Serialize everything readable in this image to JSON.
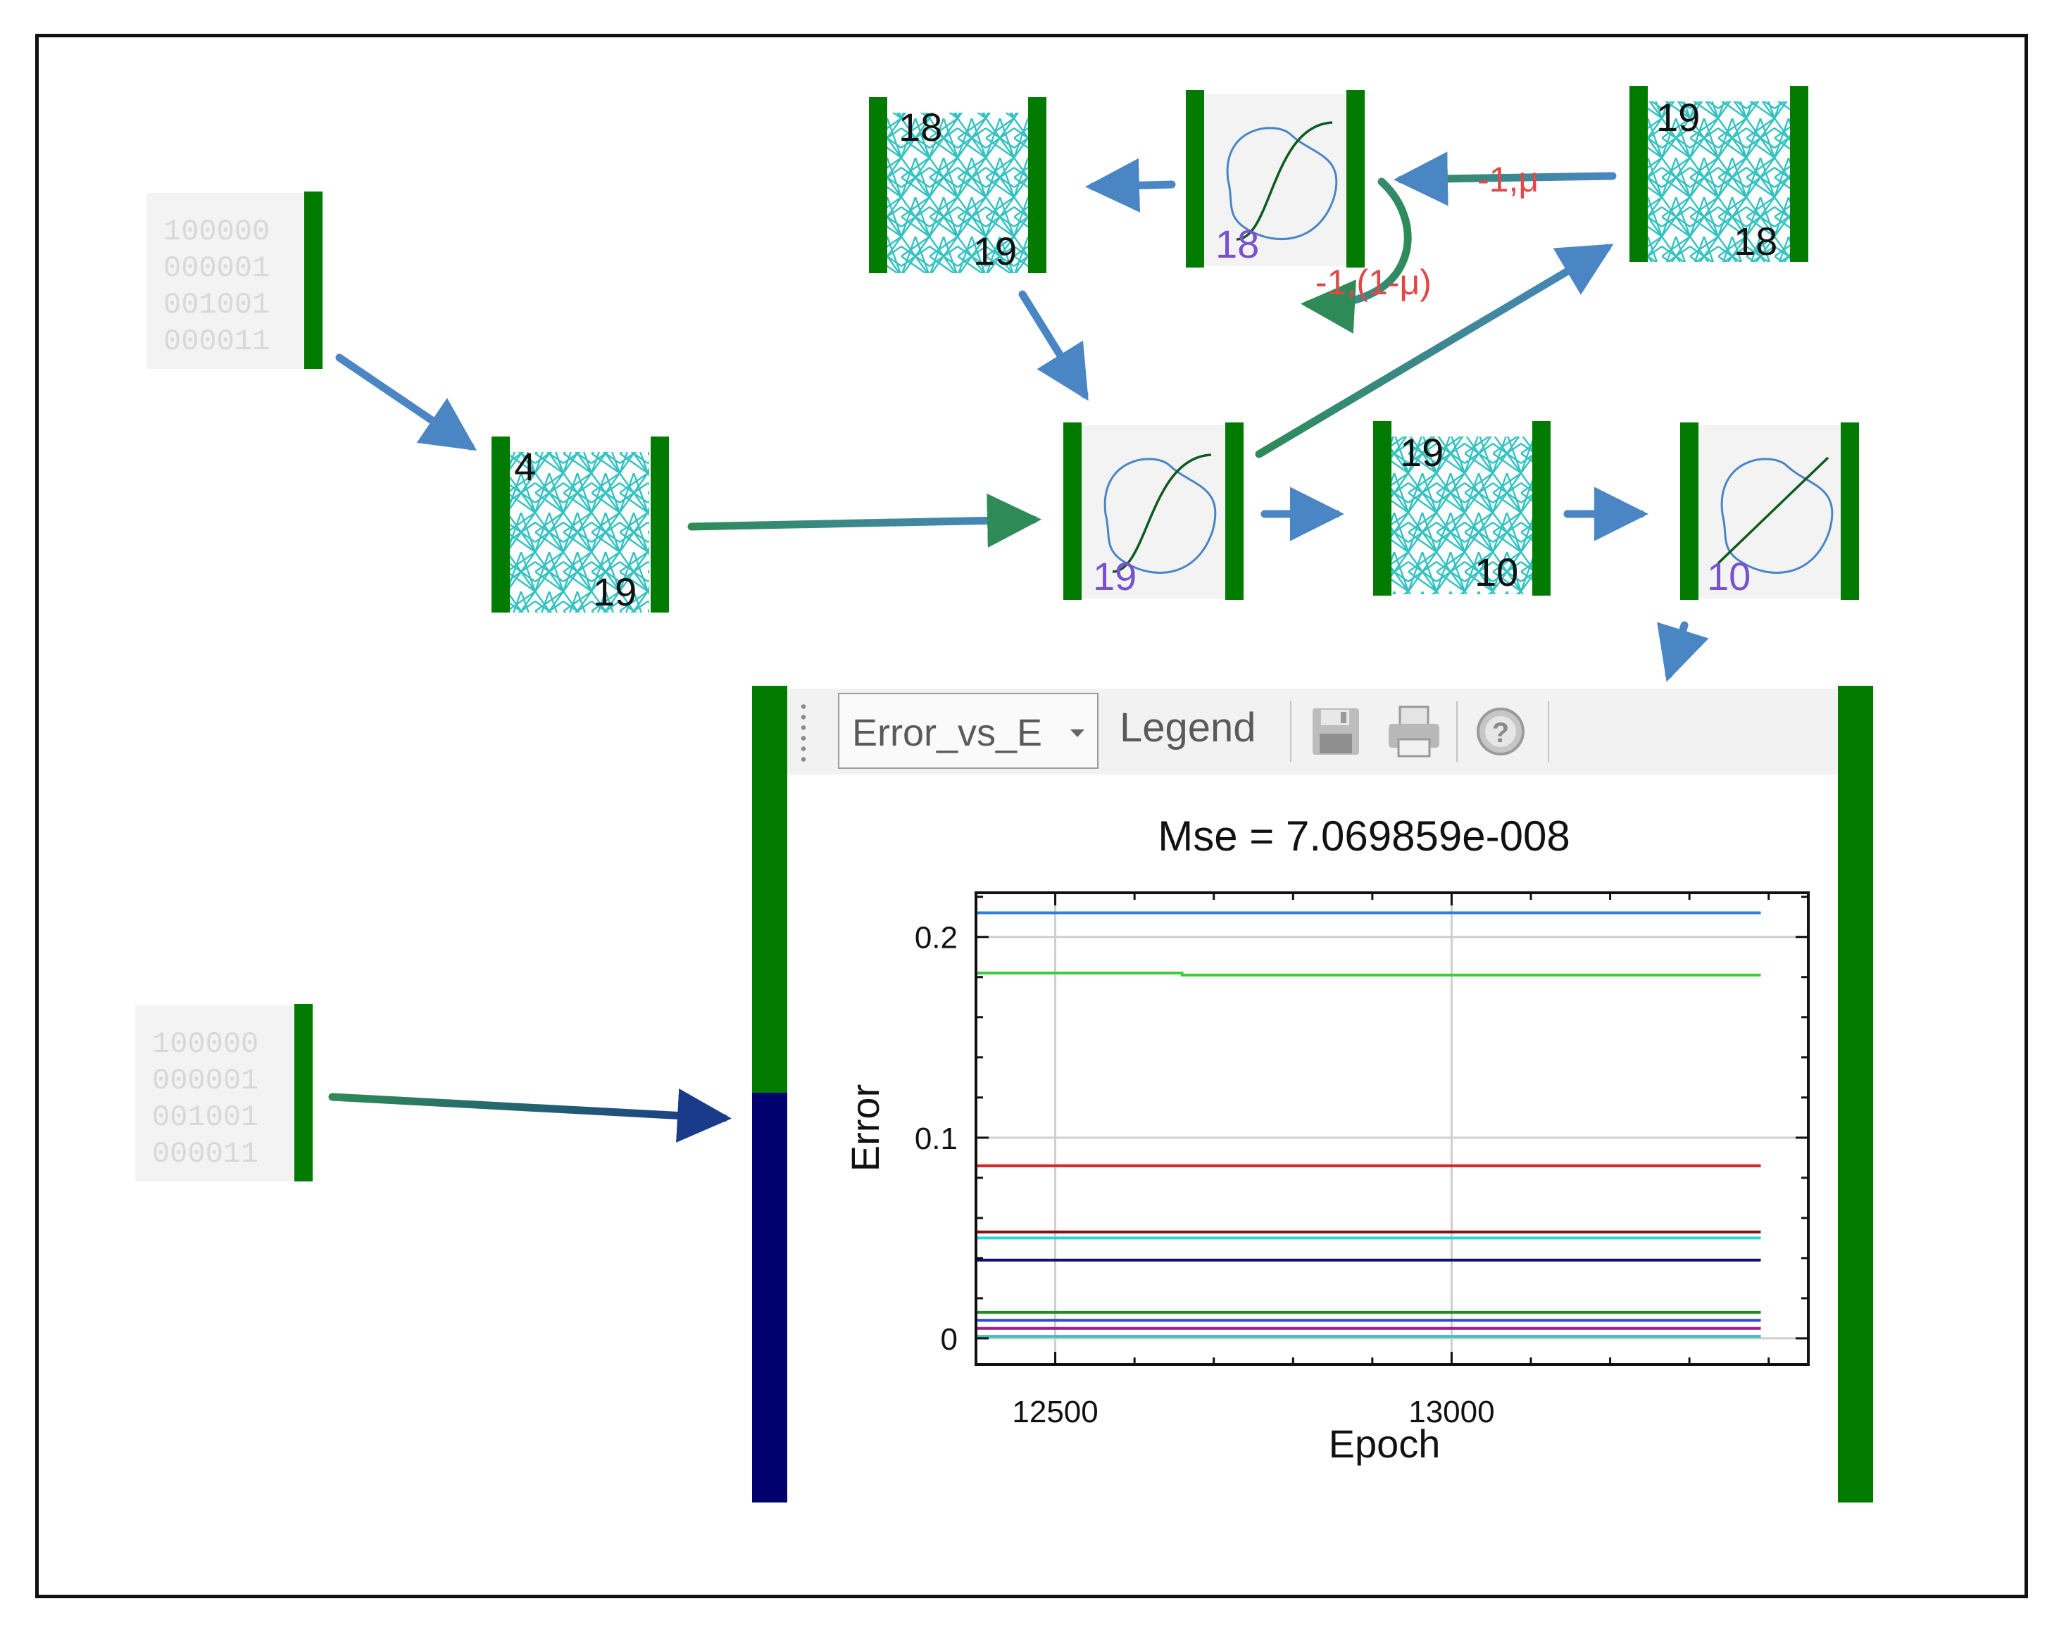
{
  "diagram": {
    "input_a": {
      "lines": [
        "100000",
        "000001",
        "001001",
        "000011"
      ]
    },
    "input_b": {
      "lines": [
        "100000",
        "000001",
        "001001",
        "000011"
      ]
    },
    "weights_input": {
      "in_label": "4",
      "out_label": "19"
    },
    "activation_main": {
      "label": "19"
    },
    "weights_top_left": {
      "in_label": "18",
      "out_label": "19"
    },
    "activation_top": {
      "label": "18"
    },
    "weights_top_right": {
      "in_label": "19",
      "out_label": "18"
    },
    "weights_output": {
      "in_label": "19",
      "out_label": "10"
    },
    "activation_output": {
      "label": "10"
    },
    "edge_momentum_label": "-1,μ",
    "edge_loop_label": "-1,(1-μ)"
  },
  "colors": {
    "layer_bar": "#007b00",
    "target_bar": "#00006e",
    "edge": "#4a86c4",
    "edge_green": "#2e8b57",
    "edge_navy": "#1a3a8a",
    "weights": "#33c1c1",
    "activation_label": "#7850d0",
    "edge_label": "#e04848"
  },
  "toolbar": {
    "select_value": "Error_vs_E",
    "legend_label": "Legend",
    "save_icon": "floppy-disk-icon",
    "print_icon": "printer-icon",
    "help_icon": "help-icon"
  },
  "chart_data": {
    "type": "line",
    "title": "Mse = 7.069859e-008",
    "xlabel": "Epoch",
    "ylabel": "Error",
    "xlim": [
      12400,
      13450
    ],
    "ylim": [
      -0.013,
      0.222
    ],
    "xticks": [
      12500,
      13000
    ],
    "yticks": [
      0,
      0.1,
      0.2
    ],
    "grid": true,
    "series": [
      {
        "color": "#2f7fe0",
        "x": [
          12400,
          13390
        ],
        "y": [
          0.212,
          0.212
        ]
      },
      {
        "color": "#3ccd3c",
        "x": [
          12400,
          12660,
          12660,
          13390
        ],
        "y": [
          0.182,
          0.182,
          0.181,
          0.181
        ]
      },
      {
        "color": "#d42020",
        "x": [
          12400,
          13390
        ],
        "y": [
          0.086,
          0.086
        ]
      },
      {
        "color": "#8b1010",
        "x": [
          12400,
          13390
        ],
        "y": [
          0.053,
          0.053
        ]
      },
      {
        "color": "#30d0d0",
        "x": [
          12400,
          13390
        ],
        "y": [
          0.05,
          0.05
        ]
      },
      {
        "color": "#10106e",
        "x": [
          12400,
          13390
        ],
        "y": [
          0.039,
          0.039
        ]
      },
      {
        "color": "#1f8f1f",
        "x": [
          12400,
          13390
        ],
        "y": [
          0.013,
          0.013
        ]
      },
      {
        "color": "#2a4ad0",
        "x": [
          12400,
          13390
        ],
        "y": [
          0.009,
          0.009
        ]
      },
      {
        "color": "#a01d8f",
        "x": [
          12400,
          13390
        ],
        "y": [
          0.005,
          0.005
        ]
      },
      {
        "color": "#40c0c0",
        "x": [
          12400,
          13390
        ],
        "y": [
          0.001,
          0.001
        ]
      }
    ]
  }
}
